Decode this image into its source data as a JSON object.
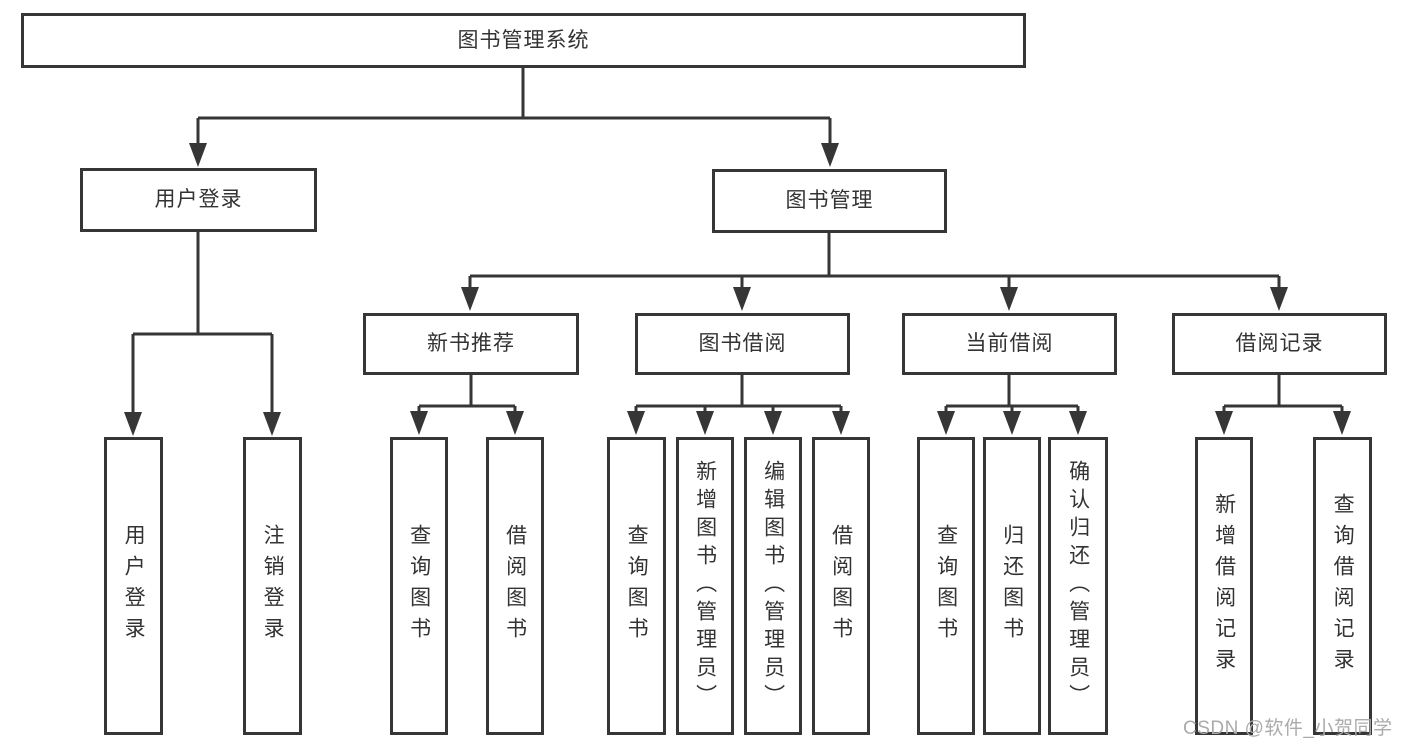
{
  "root": {
    "label": "图书管理系统"
  },
  "branches": [
    {
      "label": "用户登录",
      "children": [
        {
          "label": "用户登录"
        },
        {
          "label": "注销登录"
        }
      ]
    },
    {
      "label": "图书管理",
      "children": [
        {
          "label": "新书推荐",
          "children": [
            {
              "label": "查询图书"
            },
            {
              "label": "借阅图书"
            }
          ]
        },
        {
          "label": "图书借阅",
          "children": [
            {
              "label": "查询图书"
            },
            {
              "label": "新增图书（管理员）"
            },
            {
              "label": "编辑图书（管理员）"
            },
            {
              "label": "借阅图书"
            }
          ]
        },
        {
          "label": "当前借阅",
          "children": [
            {
              "label": "查询图书"
            },
            {
              "label": "归还图书"
            },
            {
              "label": "确认归还（管理员）"
            }
          ]
        },
        {
          "label": "借阅记录",
          "children": [
            {
              "label": "新增借阅记录"
            },
            {
              "label": "查询借阅记录"
            }
          ]
        }
      ]
    }
  ],
  "watermark": "CSDN @软件_小贺同学",
  "colors": {
    "line": "#363636",
    "text": "#333333",
    "box_background": "#ffffff",
    "page_background": "#ffffff",
    "watermark": "#ababab"
  }
}
